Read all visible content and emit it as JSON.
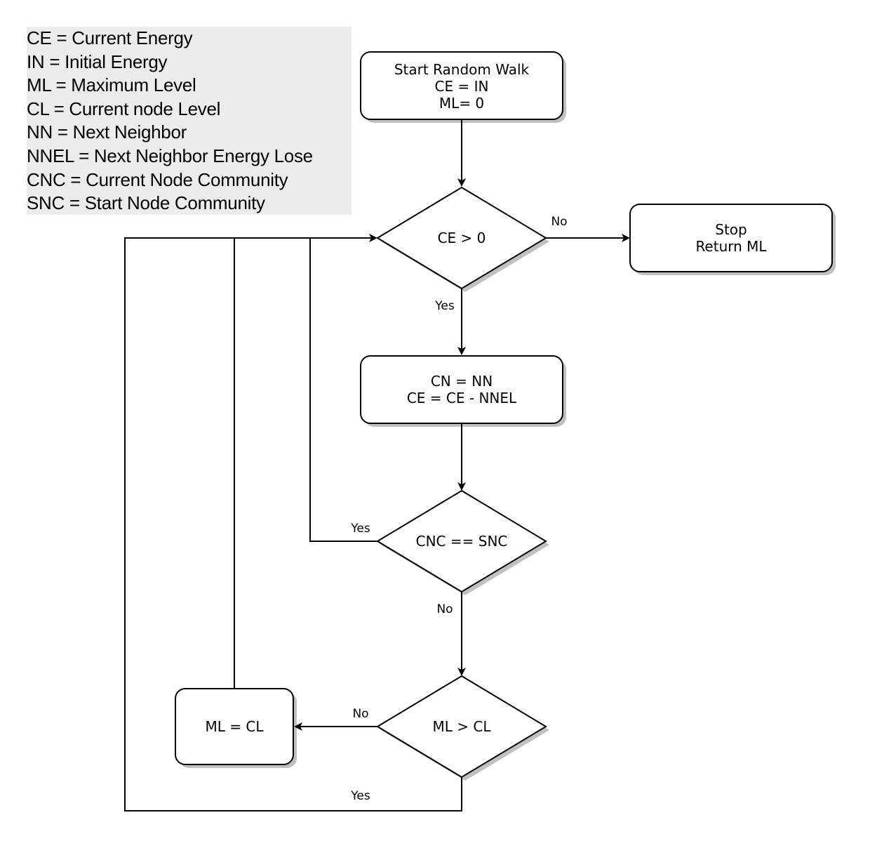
{
  "legend": {
    "lines": [
      "CE = Current Energy",
      "IN = Initial Energy",
      "ML = Maximum Level",
      "CL = Current node Level",
      "NN = Next Neighbor",
      "NNEL = Next Neighbor Energy Lose",
      "CNC = Current Node Community",
      "SNC = Start Node Community"
    ]
  },
  "nodes": {
    "start": {
      "line1": "Start Random Walk",
      "line2": "CE = IN",
      "line3": "ML= 0"
    },
    "check_energy": {
      "label": "CE > 0"
    },
    "stop": {
      "line1": "Stop",
      "line2": "Return ML"
    },
    "move": {
      "line1": "CN = NN",
      "line2": "CE = CE - NNEL"
    },
    "check_community": {
      "label": "CNC == SNC"
    },
    "check_level": {
      "label": "ML > CL"
    },
    "update_level": {
      "label": "ML = CL"
    }
  },
  "edges": {
    "energy_no": "No",
    "energy_yes": "Yes",
    "community_yes": "Yes",
    "community_no": "No",
    "level_no": "No",
    "level_yes": "Yes"
  },
  "colors": {
    "stroke": "#000000",
    "shadow": "#c0c0c0",
    "legend_bg": "#ececec"
  }
}
